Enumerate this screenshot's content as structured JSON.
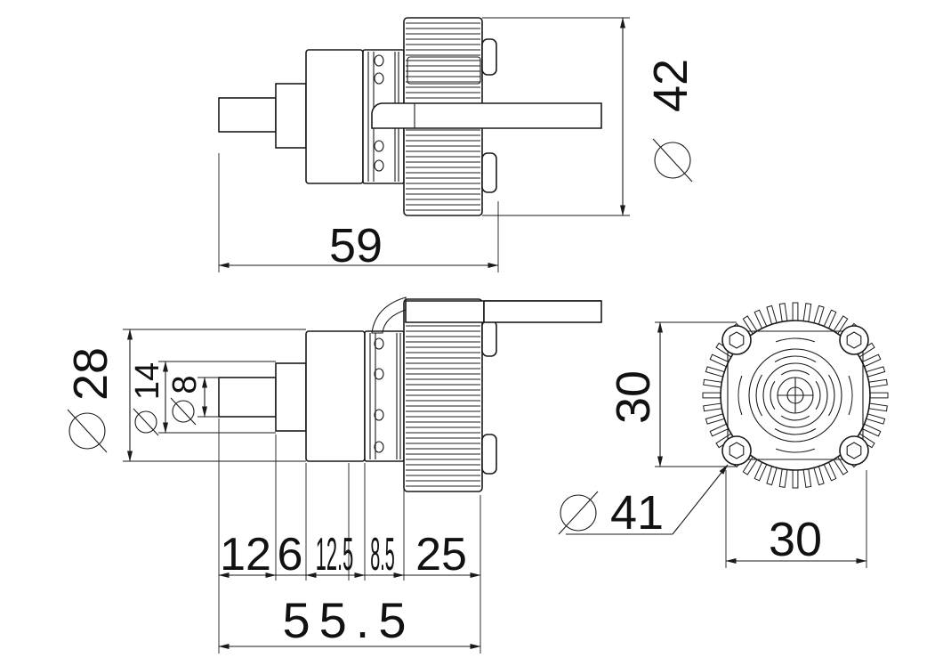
{
  "colors": {
    "line": "#1a1a1a",
    "background": "#ffffff"
  },
  "top_view": {
    "length_label": "59",
    "diameter_label": "42"
  },
  "side_view": {
    "dia_outer_label": "28",
    "dia_mid_label": "14",
    "dia_shaft_label": "8",
    "seg_1": "12",
    "seg_2": "6",
    "seg_3": "12.5",
    "seg_4": "8.5",
    "seg_5": "25",
    "total_label": "55.5"
  },
  "end_view": {
    "height_label": "30",
    "width_label": "30",
    "diameter_label": "41"
  },
  "diameter_symbol": "circle-slash-icon"
}
